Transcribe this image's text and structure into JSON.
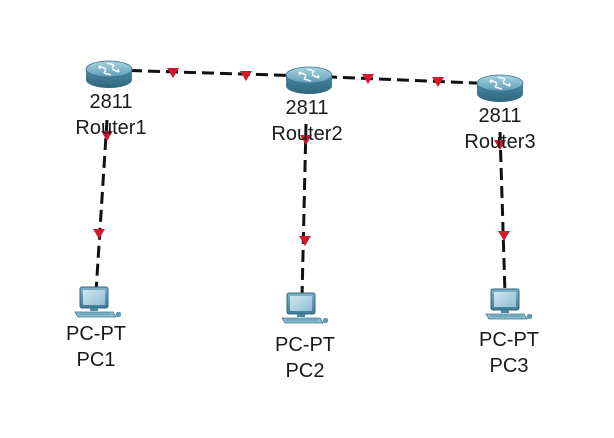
{
  "devices": {
    "router1": {
      "model": "2811",
      "name": "Router1"
    },
    "router2": {
      "model": "2811",
      "name": "Router2"
    },
    "router3": {
      "model": "2811",
      "name": "Router3"
    },
    "pc1": {
      "model": "PC-PT",
      "name": "PC1"
    },
    "pc2": {
      "model": "PC-PT",
      "name": "PC2"
    },
    "pc3": {
      "model": "PC-PT",
      "name": "PC3"
    }
  },
  "links": [
    {
      "from": "router1",
      "to": "router2",
      "status": "down"
    },
    {
      "from": "router2",
      "to": "router3",
      "status": "down"
    },
    {
      "from": "router1",
      "to": "pc1",
      "status": "down"
    },
    {
      "from": "router2",
      "to": "pc2",
      "status": "down"
    },
    {
      "from": "router3",
      "to": "pc3",
      "status": "down"
    }
  ],
  "colors": {
    "link": "#111111",
    "link_status_down": "#cc1a2e",
    "router_body": "#4a8aa3",
    "router_top": "#7fb6cb",
    "pc_body": "#5f9ab4"
  },
  "icons": {
    "router": "router-icon",
    "pc": "pc-icon",
    "link_status": "triangle-down-indicator"
  }
}
